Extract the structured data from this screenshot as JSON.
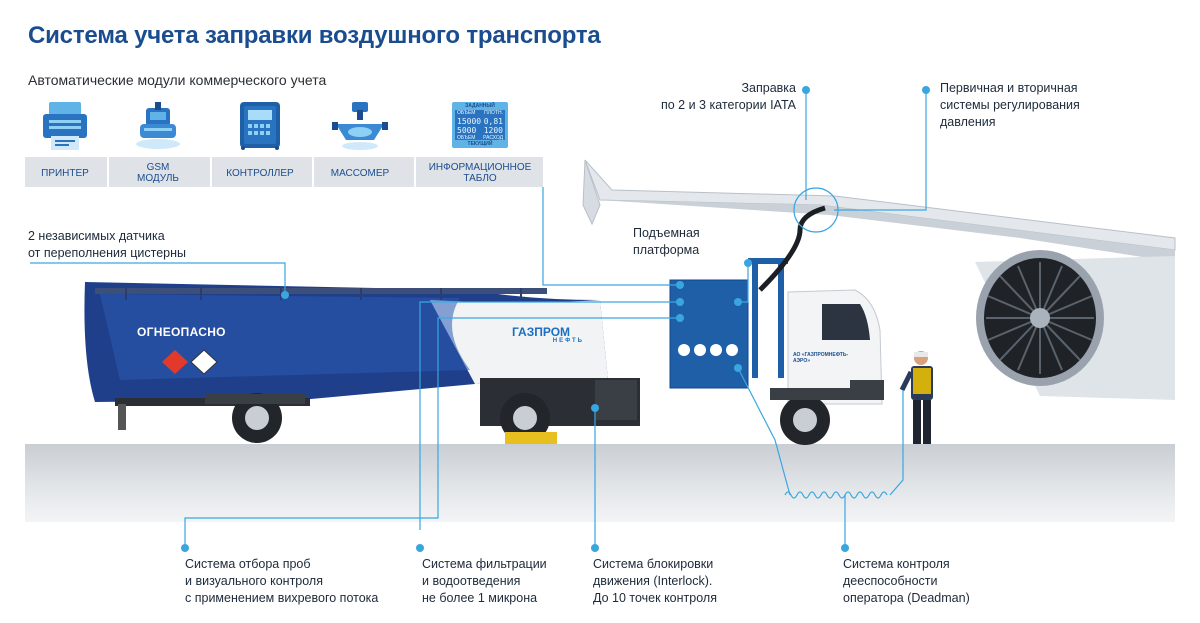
{
  "title": "Система учета заправки воздушного транспорта",
  "modules_heading": "Автоматические модули коммерческого учета",
  "modules": [
    {
      "label": "ПРИНТЕР",
      "icon": "printer-icon"
    },
    {
      "label": "GSM МОДУЛЬ",
      "icon": "gsm-module-icon"
    },
    {
      "label": "КОНТРОЛЛЕР",
      "icon": "controller-icon"
    },
    {
      "label": "МАССОМЕР",
      "icon": "mass-meter-icon"
    },
    {
      "label": "ИНФОРМАЦИОННОЕ ТАБЛО",
      "icon": "info-board-icon"
    }
  ],
  "info_board": {
    "header_left": "ЗАДАННЫЙ",
    "col1": "ОБЪЕМ",
    "col2": "ПЛОТН.",
    "row1_v1": "15000",
    "row1_v2": "0,81",
    "row2_v1": "5000",
    "row2_v2": "1200",
    "col3": "ОБЪЕМ",
    "col4": "РАСХОД",
    "footer": "ТЕКУЩИЙ"
  },
  "callouts": {
    "sensors": [
      "2 независимых датчика",
      "от переполнения цистерны"
    ],
    "refuel": [
      "Заправка",
      "по 2 и 3 категории IATA"
    ],
    "pressure": [
      "Первичная и вторичная",
      "системы регулирования",
      "давления"
    ],
    "platform": [
      "Подъемная",
      "платформа"
    ],
    "sampling": [
      "Система отбора проб",
      "и визуального контроля",
      "с применением вихревого потока"
    ],
    "filtration": [
      "Система фильтрации",
      "и водоотведения",
      "не более 1 микрона"
    ],
    "interlock": [
      "Система блокировки",
      "движения (Interlock).",
      "До 10 точек контроля"
    ],
    "deadman": [
      "Система контроля",
      "дееспособности",
      "оператора (Deadman)"
    ]
  },
  "truck": {
    "tank_text": "ОГНЕОПАСНО",
    "brand": "ГАЗПРОМ",
    "brand_sub": "НЕФТЬ",
    "cab_text": "АО «ГАЗПРОМНЕФТЬ-АЭРО»"
  },
  "colors": {
    "brand_blue": "#1a4d8f",
    "accent": "#3aa6e0",
    "tank_blue": "#1f3f8a"
  }
}
